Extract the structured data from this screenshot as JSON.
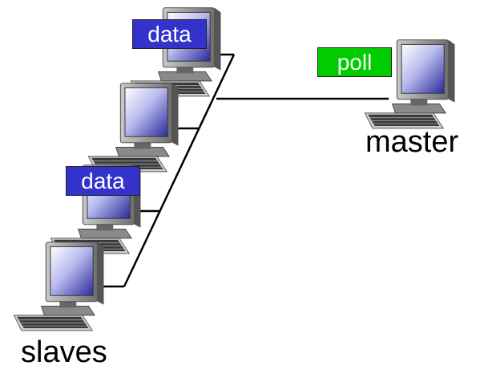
{
  "labels": {
    "master": "master",
    "slaves": "slaves",
    "data_top": "data",
    "data_mid": "data",
    "poll": "poll"
  },
  "colors": {
    "data_tag": "#3333cc",
    "poll_tag": "#00cc00",
    "link": "#000000",
    "screen": "#c7c8f2"
  },
  "icons": [
    "computer-icon"
  ]
}
